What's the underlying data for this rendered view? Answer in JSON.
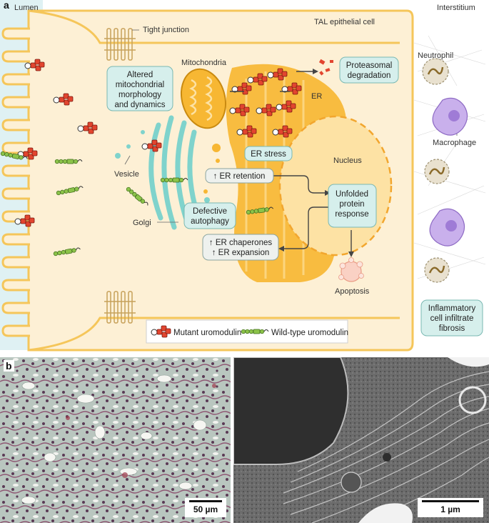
{
  "panel_a_label": "a",
  "panel_b_label": "b",
  "regions": {
    "lumen": "Lumen",
    "interstitium": "Interstitium",
    "cell": "TAL epithelial cell"
  },
  "organelles": {
    "tight_junction": "Tight junction",
    "mitochondria": "Mitochondria",
    "er": "ER",
    "nucleus": "Nucleus",
    "vesicle": "Vesicle",
    "golgi": "Golgi",
    "apoptosis": "Apoptosis"
  },
  "boxes": {
    "mito_line1": "Altered",
    "mito_line2": "mitochondrial",
    "mito_line3": "morphology",
    "mito_line4": "and dynamics",
    "prot_line1": "Proteasomal",
    "prot_line2": "degradation",
    "er_stress": "ER stress",
    "er_retention": "↑ ER retention",
    "upr_line1": "Unfolded",
    "upr_line2": "protein",
    "upr_line3": "response",
    "autophagy_line1": "Defective",
    "autophagy_line2": "autophagy",
    "chaperones_line1": "↑ ER chaperones",
    "chaperones_line2": "↑ ER expansion",
    "infl_line1": "Inflammatory",
    "infl_line2": "cell infiltrate",
    "infl_line3": "fibrosis"
  },
  "immune_cells": {
    "neutrophil": "Neutrophil",
    "macrophage": "Macrophage"
  },
  "legend": {
    "mutant": "Mutant uromodulin",
    "wildtype": "Wild-type uromodulin"
  },
  "scale_bars": {
    "left": "50 µm",
    "right": "1 µm"
  },
  "colors": {
    "cell_fill": "#fdf0d5",
    "membrane": "#f5c65a",
    "er": "#f7b733",
    "golgi": "#7fd3cc",
    "box_fill": "#d6efec",
    "box_stroke": "#7ab8b2",
    "mutant": "#e2452f",
    "wildtype": "#8cc34a",
    "macrophage": "#b89ae0",
    "neutrophil": "#e9e1cf"
  }
}
